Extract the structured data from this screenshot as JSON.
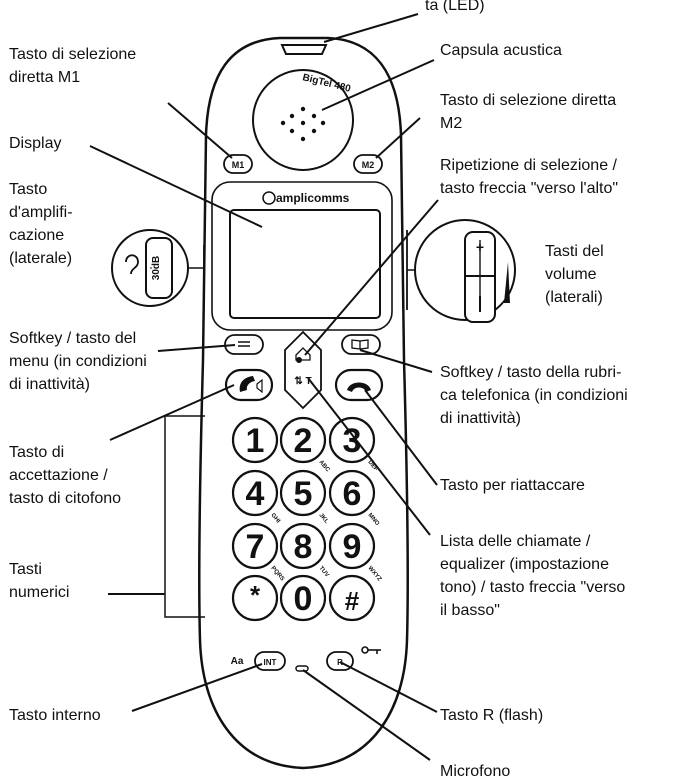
{
  "labels": {
    "led": "ta (LED)",
    "m1_key": "Tasto di selezione\ndiretta M1",
    "earpiece": "Capsula acustica",
    "m2_key": "Tasto di selezione diretta\nM2",
    "display": "Display",
    "redial_up": "Ripetizione di selezione /\ntasto freccia \"verso l'alto\"",
    "boost_key": "Tasto\nd'amplifi-\ncazione\n(laterale)",
    "volume_keys": "Tasti del\nvolume\n(laterali)",
    "menu_softkey": "Softkey / tasto del\nmenu (in condizioni\ndi inattività)",
    "phonebook_softkey": "Softkey / tasto della rubri-\nca telefonica (in condizioni\ndi inattività)",
    "accept_key": "Tasto di\naccettazione /\ntasto di citofono",
    "hangup_key": "Tasto per riattaccare",
    "numeric_keys": "Tasti\nnumerici",
    "calls_list": "Lista delle chiamate /\nequalizer (impostazione\ntono) / tasto freccia \"verso\nil basso\"",
    "internal_key": "Tasto interno",
    "r_key": "Tasto R (flash)",
    "microphone": "Microfono"
  },
  "phone": {
    "model": "BigTel 480",
    "brand": "amplicomms",
    "m1": "M1",
    "m2": "M2",
    "boost": "30dB",
    "int": "INT",
    "r": "R",
    "aa": "Aa",
    "keys": [
      {
        "digit": "1",
        "sub": ""
      },
      {
        "digit": "2",
        "sub": "ABC"
      },
      {
        "digit": "3",
        "sub": "DEF"
      },
      {
        "digit": "4",
        "sub": "GHI"
      },
      {
        "digit": "5",
        "sub": "JKL"
      },
      {
        "digit": "6",
        "sub": "MNO"
      },
      {
        "digit": "7",
        "sub": "PQRS"
      },
      {
        "digit": "8",
        "sub": "TUV"
      },
      {
        "digit": "9",
        "sub": "WXYZ"
      },
      {
        "digit": "*",
        "sub": ""
      },
      {
        "digit": "0",
        "sub": ""
      },
      {
        "digit": "#",
        "sub": ""
      }
    ]
  }
}
